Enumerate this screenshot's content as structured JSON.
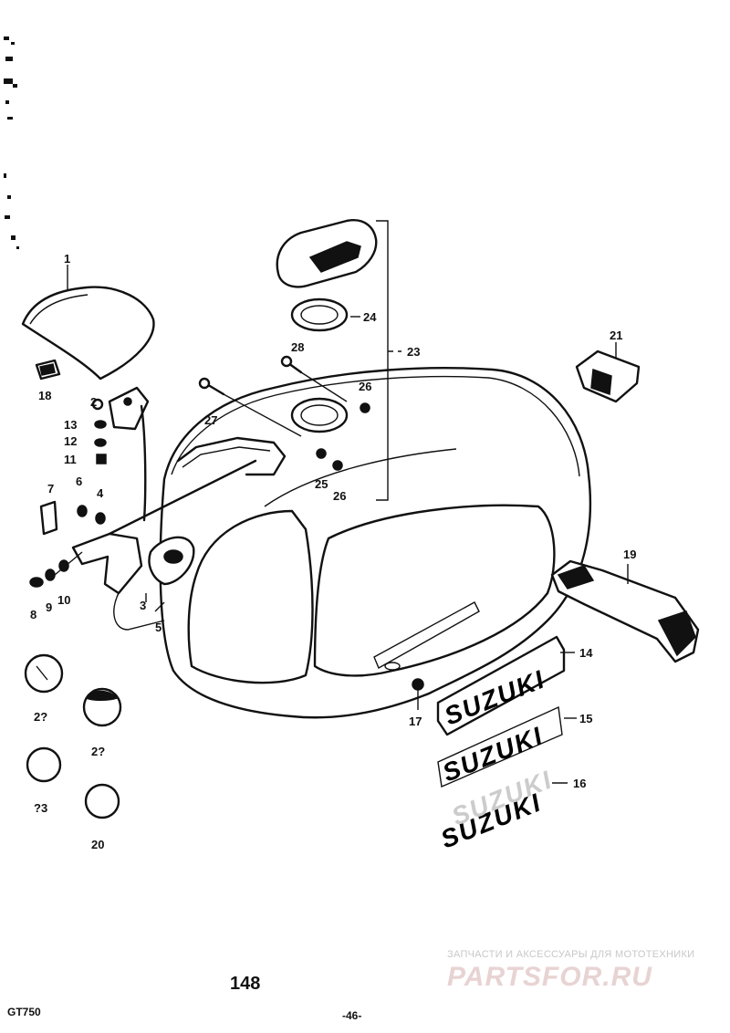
{
  "labels": {
    "p1": "1",
    "p2": "2",
    "p3": "3",
    "p4": "4",
    "p5": "5",
    "p6": "6",
    "p7": "7",
    "p8": "8",
    "p9": "9",
    "p10": "10",
    "p11": "11",
    "p12": "12",
    "p13": "13",
    "p14": "14",
    "p15": "15",
    "p16": "16",
    "p17": "17",
    "p18": "18",
    "p19": "19",
    "p20": "20",
    "p21": "21",
    "p22a": "2?",
    "p22b": "2?",
    "p22c": "?3",
    "p23": "23",
    "p24": "24",
    "p25": "25",
    "p26a": "26",
    "p26b": "26",
    "p27": "27",
    "p28": "28"
  },
  "emblems": {
    "e14": "SUZUKI",
    "e15": "SUZUKI",
    "e16": "SUZUKI",
    "e16b": "SUZUKI"
  },
  "footer": {
    "model": "GT750",
    "page_number": "148",
    "sheet": "-46-"
  },
  "watermark": {
    "text": "ЗАПЧАСТИ И АКСЕССУАРЫ ДЛЯ МОТОТЕХНИКИ",
    "logo": "PARTSFOR.RU"
  }
}
